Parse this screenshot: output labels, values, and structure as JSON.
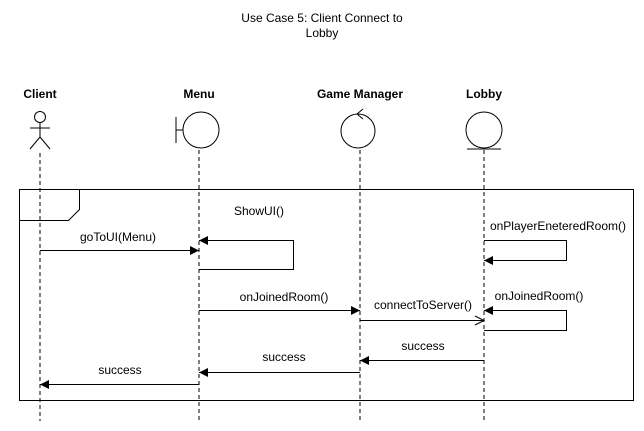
{
  "title": {
    "line1": "Use Case 5: Client Connect to",
    "line2": "Lobby"
  },
  "participants": [
    {
      "name": "Client",
      "kind": "actor-icon"
    },
    {
      "name": "Menu",
      "kind": "boundary-icon"
    },
    {
      "name": "Game Manager",
      "kind": "control-icon"
    },
    {
      "name": "Lobby",
      "kind": "entity-icon"
    }
  ],
  "messages": [
    {
      "label": "ShowUI()",
      "from": "Menu",
      "to": "Menu",
      "style": "self"
    },
    {
      "label": "goToUI(Menu)",
      "from": "Client",
      "to": "Menu",
      "style": "call"
    },
    {
      "label": "onPlayerEneteredRoom()",
      "from": "Lobby",
      "to": "Lobby",
      "style": "self"
    },
    {
      "label": "onJoinedRoom()",
      "from": "Menu",
      "to": "Game Manager",
      "style": "call"
    },
    {
      "label": "connectToServer()",
      "from": "Game Manager",
      "to": "Lobby",
      "style": "call"
    },
    {
      "label": "onJoinedRoom()",
      "from": "Lobby",
      "to": "Lobby",
      "style": "self"
    },
    {
      "label": "success",
      "from": "Lobby",
      "to": "Game Manager",
      "style": "return"
    },
    {
      "label": "success",
      "from": "Game Manager",
      "to": "Menu",
      "style": "return"
    },
    {
      "label": "success",
      "from": "Menu",
      "to": "Client",
      "style": "return"
    }
  ],
  "colors": {
    "line": "#000000",
    "background": "#ffffff"
  }
}
